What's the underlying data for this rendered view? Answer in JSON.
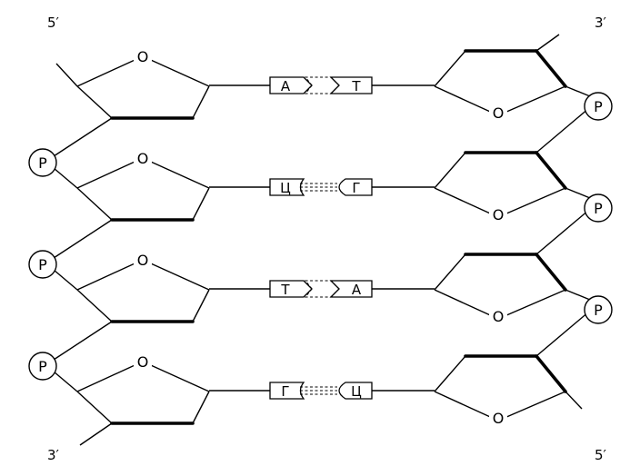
{
  "ends": {
    "top_left": "5′",
    "top_right": "3′",
    "bottom_left": "3′",
    "bottom_right": "5′"
  },
  "ring_oxygen": "O",
  "phosphate": "P",
  "pairs": [
    {
      "left": "А",
      "right": "Т",
      "hbonds": 2
    },
    {
      "left": "Ц",
      "right": "Г",
      "hbonds": 3
    },
    {
      "left": "Т",
      "right": "А",
      "hbonds": 2
    },
    {
      "left": "Г",
      "right": "Ц",
      "hbonds": 3
    }
  ]
}
